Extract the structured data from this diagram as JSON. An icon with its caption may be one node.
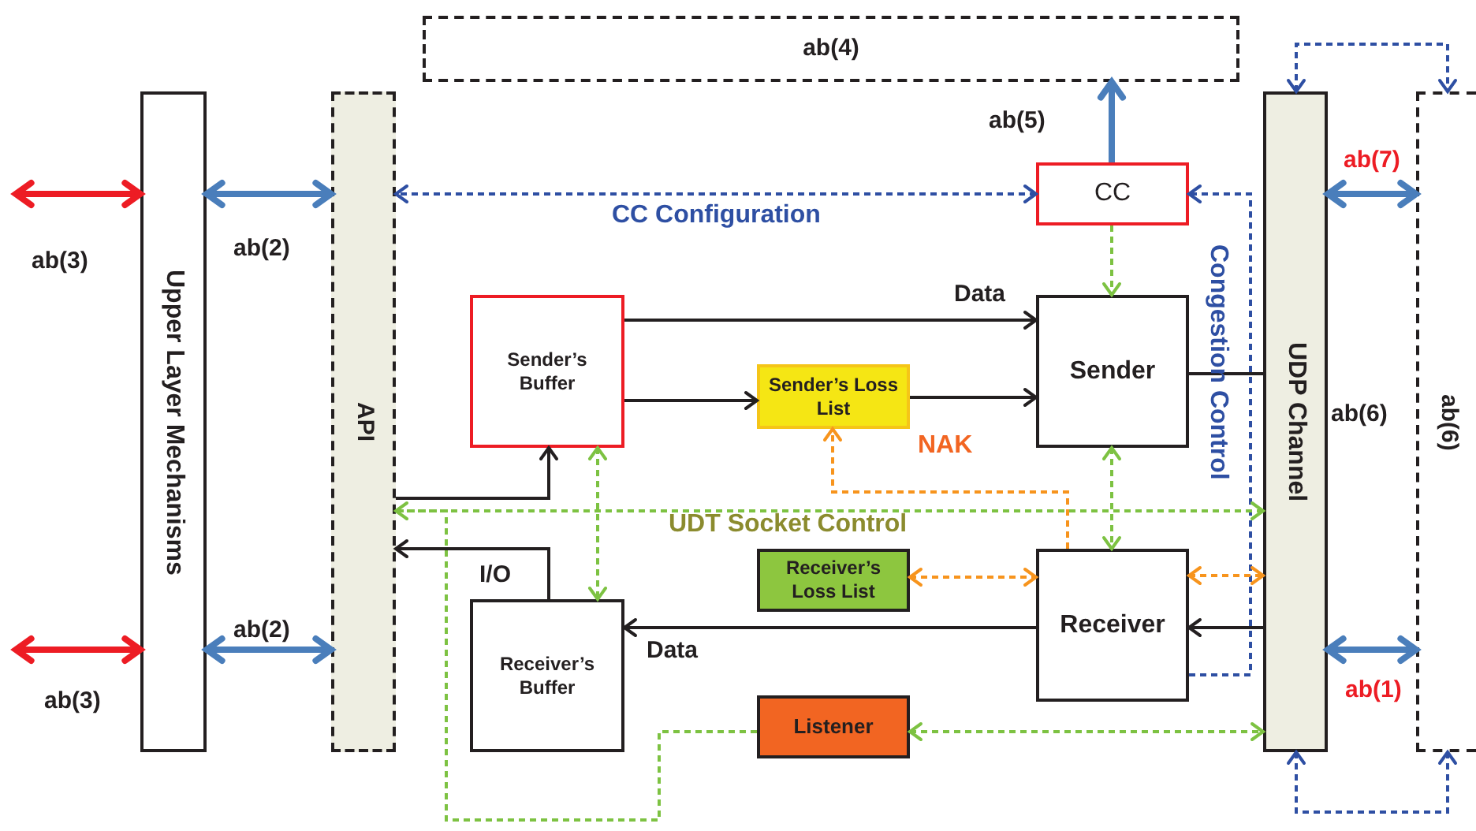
{
  "diagram": {
    "nodes": [
      {
        "text": [
          "ab(4)"
        ]
      },
      {
        "text": [
          "Upper Layer Mechanisms"
        ]
      },
      {
        "text": [
          "API"
        ]
      },
      {
        "text": [
          "CC"
        ]
      },
      {
        "text": [
          "Sender’s Buffer"
        ]
      },
      {
        "text": [
          "Sender’s Loss List"
        ]
      },
      {
        "text": [
          "Sender"
        ]
      },
      {
        "text": [
          "Receiver’s Loss List"
        ]
      },
      {
        "text": [
          "Receiver"
        ]
      },
      {
        "text": [
          "Receiver’s Buffer"
        ]
      },
      {
        "text": [
          "Listener"
        ]
      },
      {
        "text": [
          "UDP Channel"
        ]
      },
      {
        "text": [
          "ab(6)"
        ]
      }
    ],
    "edges": [
      {
        "from": null,
        "to": 1,
        "arrow": "both",
        "style": "thick",
        "color": "#ed1c24"
      },
      {
        "from": null,
        "to": 1,
        "arrow": "both",
        "style": "thick",
        "color": "#ed1c24"
      },
      {
        "from": 1,
        "to": 2,
        "arrow": "both",
        "style": "thick",
        "color": "#4a7ebb"
      },
      {
        "from": 1,
        "to": 2,
        "arrow": "both",
        "style": "thick",
        "color": "#4a7ebb"
      },
      {
        "from": 3,
        "to": 0,
        "arrow": "to",
        "style": "thick",
        "color": "#4a7ebb"
      },
      {
        "from": 3,
        "to": 2,
        "arrow": "both",
        "label": "CC Configuration",
        "style": "dashed",
        "color": "#2e4fa3"
      },
      {
        "from": 8,
        "to": 3,
        "arrow": "to",
        "label": "Congestion Control",
        "style": "dashed",
        "color": "#2e4fa3"
      },
      {
        "from": 3,
        "to": 6,
        "arrow": "to",
        "style": "dashed",
        "color": "#7dc242"
      },
      {
        "from": 4,
        "to": 6,
        "arrow": "to",
        "label": "Data"
      },
      {
        "from": 4,
        "to": 5,
        "arrow": "to"
      },
      {
        "from": 5,
        "to": 6,
        "arrow": "to"
      },
      {
        "from": 6,
        "to": 11,
        "arrow": "none"
      },
      {
        "from": 11,
        "to": 8,
        "arrow": "to"
      },
      {
        "from": 8,
        "to": 9,
        "arrow": "to",
        "label": "Data"
      },
      {
        "from": 9,
        "to": 2,
        "arrow": "to",
        "label": "I/O"
      },
      {
        "from": 2,
        "to": 4,
        "arrow": "to"
      },
      {
        "from": 8,
        "to": 5,
        "arrow": "to",
        "label": "NAK",
        "style": "dashed",
        "color": "#f7941d"
      },
      {
        "from": 7,
        "to": 8,
        "arrow": "both",
        "style": "dashed",
        "color": "#f7941d"
      },
      {
        "from": 8,
        "to": 11,
        "arrow": "both",
        "style": "dashed",
        "color": "#f7941d"
      },
      {
        "from": 6,
        "to": 8,
        "arrow": "both",
        "style": "dashed",
        "color": "#7dc242"
      },
      {
        "from": 2,
        "to": 11,
        "arrow": "both",
        "label": "UDT Socket Control",
        "style": "dashed",
        "color": "#7dc242"
      },
      {
        "from": 4,
        "to": 9,
        "arrow": "both",
        "style": "dashed",
        "color": "#7dc242"
      },
      {
        "from": 10,
        "to": 11,
        "arrow": "both",
        "style": "dashed",
        "color": "#7dc242"
      },
      {
        "from": 10,
        "to": 2,
        "arrow": "none",
        "style": "dashed",
        "color": "#7dc242"
      },
      {
        "from": 11,
        "to": 12,
        "arrow": "both",
        "style": "thick",
        "color": "#4a7ebb"
      },
      {
        "from": 11,
        "to": 12,
        "arrow": "both",
        "style": "thick",
        "color": "#4a7ebb"
      },
      {
        "from": 11,
        "to": 12,
        "arrow": "both",
        "style": "dashed",
        "color": "#2e4fa3"
      },
      {
        "from": 11,
        "to": 12,
        "arrow": "both",
        "style": "dashed",
        "color": "#2e4fa3"
      }
    ],
    "labels": [
      "ab(3)",
      "ab(2)",
      "ab(3)",
      "ab(2)",
      "ab(5)",
      "ab(7)",
      "ab(6)",
      "ab(1)"
    ]
  }
}
